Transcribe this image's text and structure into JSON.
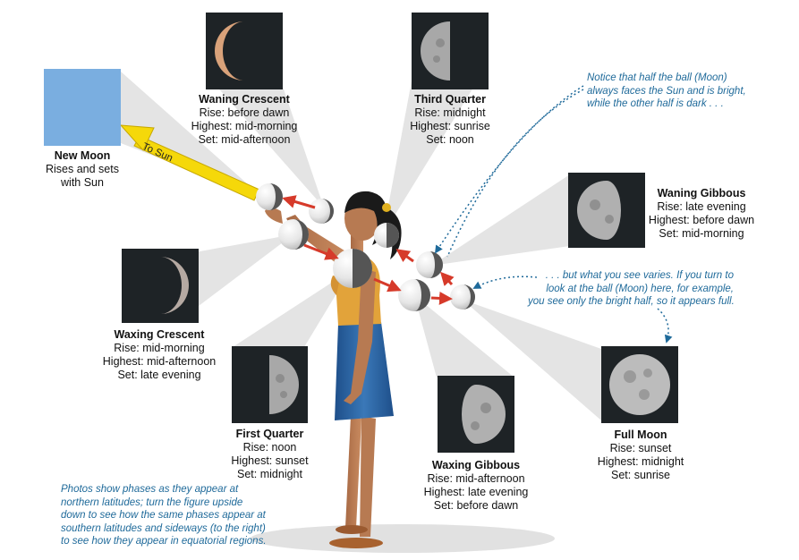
{
  "sun_arrow_label": "To Sun",
  "phases": {
    "new_moon": {
      "title": "New Moon",
      "lines": [
        "Rises and sets",
        "with Sun"
      ]
    },
    "waning_crescent": {
      "title": "Waning Crescent",
      "rise": "Rise: before dawn",
      "highest": "Highest: mid-morning",
      "set": "Set: mid-afternoon"
    },
    "third_quarter": {
      "title": "Third Quarter",
      "rise": "Rise: midnight",
      "highest": "Highest: sunrise",
      "set": "Set: noon"
    },
    "waning_gibbous": {
      "title": "Waning Gibbous",
      "rise": "Rise: late evening",
      "highest": "Highest: before dawn",
      "set": "Set: mid-morning"
    },
    "full_moon": {
      "title": "Full Moon",
      "rise": "Rise: sunset",
      "highest": "Highest: midnight",
      "set": "Set: sunrise"
    },
    "waxing_gibbous": {
      "title": "Waxing Gibbous",
      "rise": "Rise: mid-afternoon",
      "highest": "Highest: late evening",
      "set": "Set: before dawn"
    },
    "first_quarter": {
      "title": "First Quarter",
      "rise": "Rise: noon",
      "highest": "Highest: sunset",
      "set": "Set: midnight"
    },
    "waxing_crescent": {
      "title": "Waxing Crescent",
      "rise": "Rise: mid-morning",
      "highest": "Highest: mid-afternoon",
      "set": "Set: late evening"
    }
  },
  "notes": {
    "notice": [
      "Notice that half the ball (Moon)",
      "always faces the Sun and is bright,",
      "while the other half is dark . . ."
    ],
    "varies": [
      ". . . but what you see varies. If you turn to",
      "look at the ball (Moon) here, for example,",
      "you see only the bright half, so it appears full."
    ],
    "photos": [
      "Photos show phases as they appear at",
      "northern latitudes; turn the figure upside",
      "down to see how the same phases appear at",
      "southern latitudes and sideways (to the right)",
      "to see how they appear in equatorial regions."
    ]
  },
  "colors": {
    "new_moon_square": "#7aaee0",
    "note_text": "#1f6a9a",
    "sun_arrow": "#f5d80a",
    "moon_arrows": "#d63a2a",
    "photo_background": "#1e2326"
  }
}
